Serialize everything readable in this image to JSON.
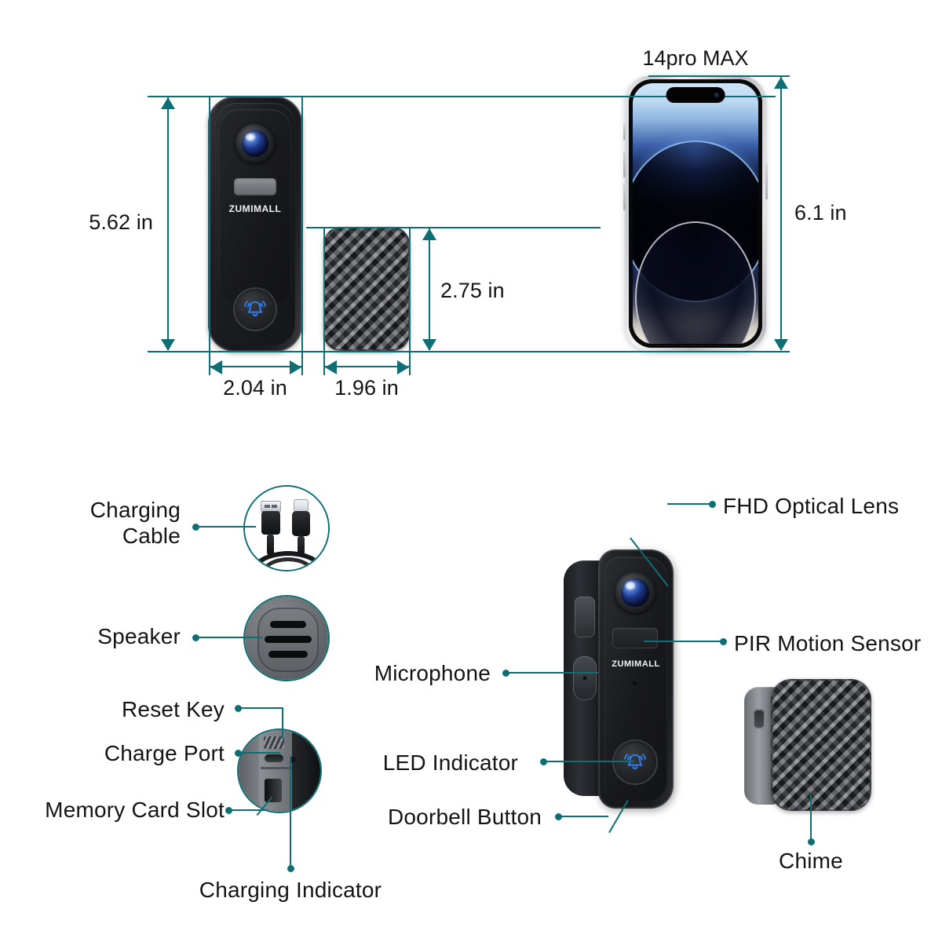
{
  "brand": "ZUMIMALL",
  "colors": {
    "accent_teal": "#0e6e73",
    "label_text": "#141414",
    "background": "#ffffff",
    "bell_blue": "#2f7ef0"
  },
  "dimensions_section": {
    "doorbell": {
      "height_label": "5.62 in",
      "width_label": "2.04 in"
    },
    "chime": {
      "height_label": "2.75 in",
      "width_label": "1.96 in"
    },
    "phone": {
      "title": "14pro MAX",
      "height_label": "6.1 in"
    }
  },
  "callouts_section": {
    "left_labels": [
      {
        "id": "charging-cable",
        "text": "Charging\nCable"
      },
      {
        "id": "speaker",
        "text": "Speaker"
      },
      {
        "id": "reset-key",
        "text": "Reset Key"
      },
      {
        "id": "charge-port",
        "text": "Charge Port"
      },
      {
        "id": "memory-card-slot",
        "text": "Memory Card Slot"
      },
      {
        "id": "charging-indicator",
        "text": "Charging Indicator"
      }
    ],
    "device_labels": [
      {
        "id": "fhd-optical-lens",
        "text": "FHD Optical Lens"
      },
      {
        "id": "pir-motion-sensor",
        "text": "PIR Motion Sensor"
      },
      {
        "id": "microphone",
        "text": "Microphone"
      },
      {
        "id": "led-indicator",
        "text": "LED Indicator"
      },
      {
        "id": "doorbell-button",
        "text": "Doorbell Button"
      },
      {
        "id": "chime",
        "text": "Chime"
      }
    ]
  },
  "icons": {
    "bell": "♪",
    "usb_a": "usb-a-connector-icon",
    "usb_c": "usb-c-connector-icon"
  }
}
